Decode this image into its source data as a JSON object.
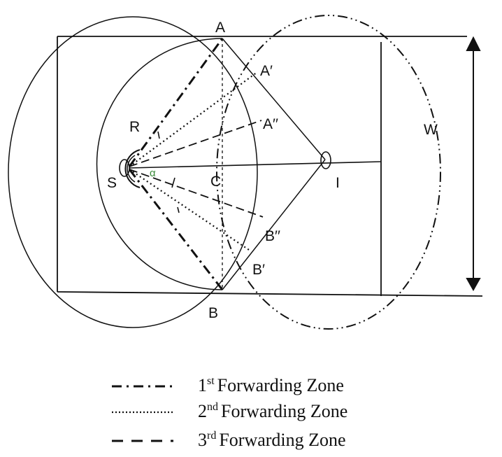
{
  "diagram": {
    "points": {
      "A": "A",
      "A_prime": "A′",
      "A_double_prime": "A′′",
      "B": "B",
      "B_prime": "B′",
      "B_double_prime": "B′′",
      "S": "S",
      "I": "I",
      "C": "C",
      "R": "R"
    },
    "angle_label": "α",
    "width_label": "W"
  },
  "legend": [
    {
      "ordinal": "1",
      "suffix": "st",
      "label": "Forwarding Zone",
      "style": "dash-dot"
    },
    {
      "ordinal": "2",
      "suffix": "nd",
      "label": "Forwarding Zone",
      "style": "dotted"
    },
    {
      "ordinal": "3",
      "suffix": "rd",
      "label": "Forwarding Zone",
      "style": "dashed"
    }
  ],
  "colors": {
    "stroke": "#111111",
    "angle": "#3a8a3a"
  }
}
